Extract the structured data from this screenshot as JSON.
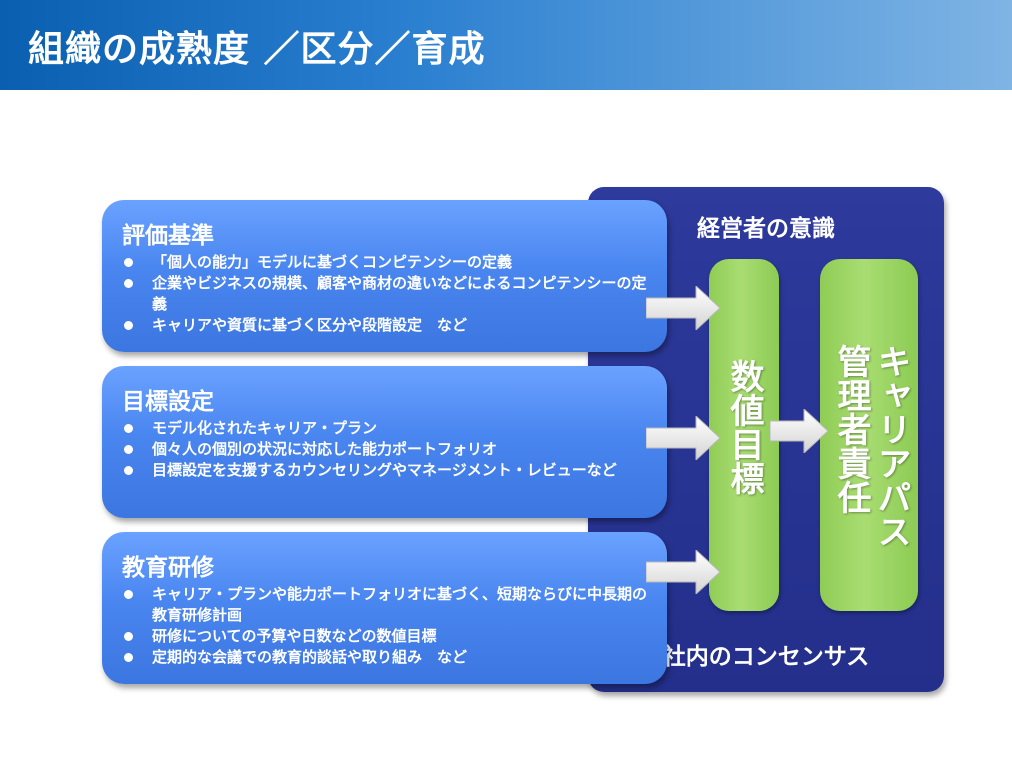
{
  "header": {
    "title": "組織の成熟度 ／区分／育成"
  },
  "panel": {
    "top_label": "経営者の意識",
    "bottom_label": "社内のコンセンサス",
    "numeric_target": "数値目標",
    "career_path": "キャリアパス",
    "manager_responsibility": "管理者責任"
  },
  "boxes": [
    {
      "title": "評価基準",
      "bullets": [
        "「個人の能力」モデルに基づくコンピテンシーの定義",
        "企業やビジネスの規模、顧客や商材の違いなどによるコンピテンシーの定義",
        "キャリアや資質に基づく区分や段階設定　など"
      ]
    },
    {
      "title": "目標設定",
      "bullets": [
        "モデル化されたキャリア・プラン",
        "個々人の個別の状況に対応した能力ポートフォリオ",
        "目標設定を支援するカウンセリングやマネージメント・レビューなど"
      ]
    },
    {
      "title": "教育研修",
      "bullets": [
        "キャリア・プランや能力ポートフォリオに基づく、短期ならびに中長期の教育研修計画",
        "研修についての予算や日数などの数値目標",
        "定期的な会議での教育的談話や取り組み　など"
      ]
    }
  ]
}
